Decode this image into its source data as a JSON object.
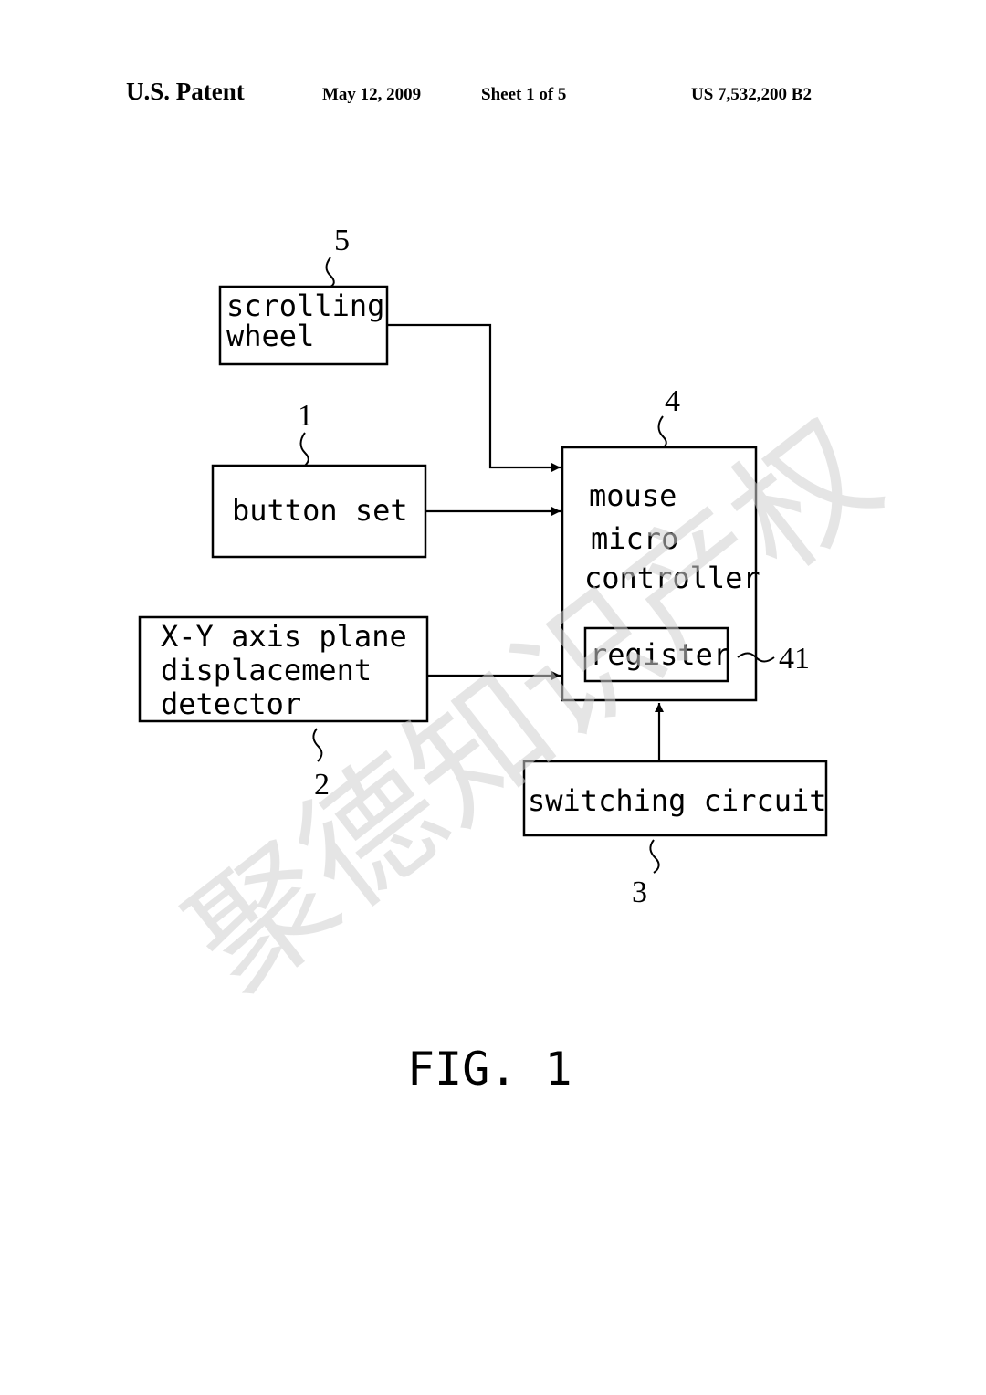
{
  "header": {
    "left": "U.S. Patent",
    "date": "May 12, 2009",
    "sheet": "Sheet 1 of 5",
    "patent_number": "US 7,532,200 B2"
  },
  "blocks": {
    "scrolling_wheel": {
      "line1": "scrolling",
      "line2": "wheel",
      "ref": "5"
    },
    "button_set": {
      "label": "button set",
      "ref": "1"
    },
    "xy_detector": {
      "line1": "X-Y axis plane",
      "line2": "displacement",
      "line3": "detector",
      "ref": "2"
    },
    "mouse_controller": {
      "line1": "mouse",
      "line2": "micro",
      "line3": "controller",
      "ref": "4"
    },
    "register": {
      "label": "register",
      "ref": "41"
    },
    "switching_circuit": {
      "label": "switching circuit",
      "ref": "3"
    }
  },
  "figure_label": "FIG. 1",
  "watermark": "聚德知识产权"
}
